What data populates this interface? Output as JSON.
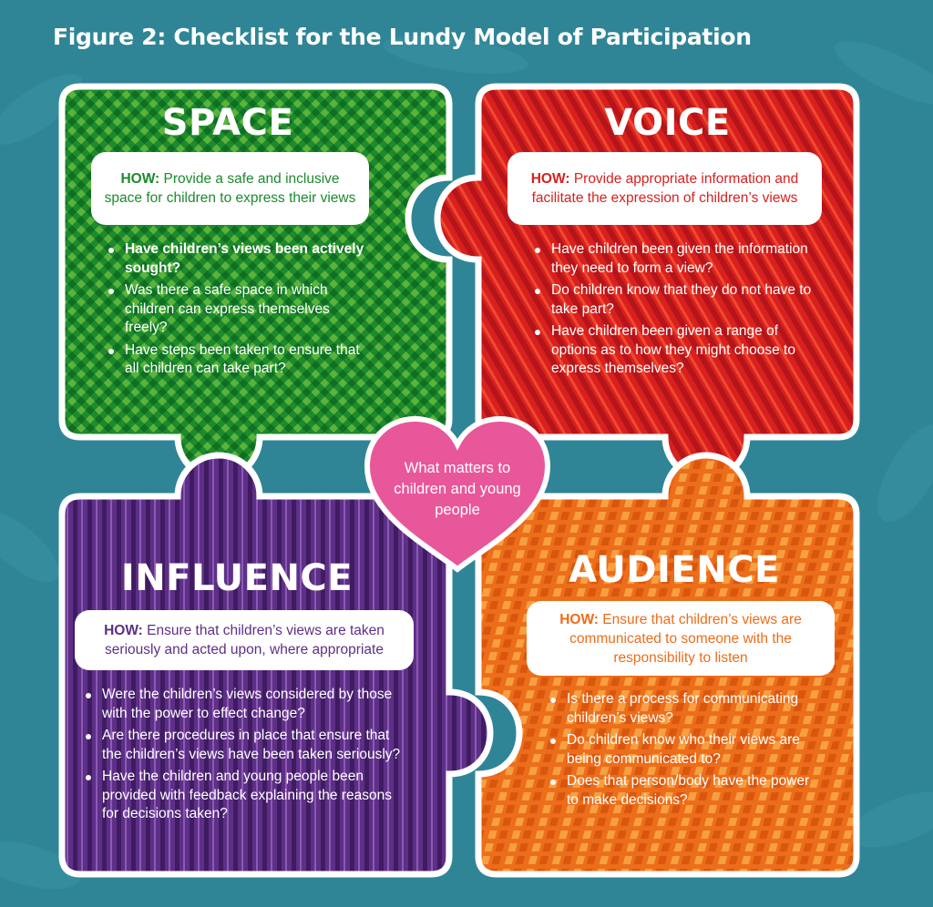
{
  "title": "Figure 2: Checklist for the Lundy Model of Participation",
  "heart": {
    "text": "What matters to children and young people",
    "color": "#e8579a"
  },
  "pieces": {
    "space": {
      "title": "SPACE",
      "color": "#1c8a2d",
      "how_label": "HOW:",
      "how_text": "Provide a safe and inclusive space for children to express their views",
      "questions": [
        "Have children’s views been actively sought?",
        "Was there a safe space in which children can express themselves freely?",
        "Have steps been taken to ensure that all children can take part?"
      ]
    },
    "voice": {
      "title": "VOICE",
      "color": "#d9201e",
      "how_label": "HOW:",
      "how_text": "Provide appropriate information and facilitate the expression of children’s views",
      "questions": [
        "Have children been given the information they need to form a view?",
        "Do children know that they do not have to take part?",
        "Have children been given a range of options as to how they might choose to express themselves?"
      ]
    },
    "influence": {
      "title": "INFLUENCE",
      "color": "#5e2f86",
      "how_label": "HOW:",
      "how_text": "Ensure that children’s views are taken seriously and acted upon, where appropriate",
      "questions": [
        "Were the children’s views considered by those with the power to effect change?",
        "Are there procedures in place that ensure that the children’s views have been taken seriously?",
        "Have the children and young people been provided with feedback explaining the reasons for decisions taken?"
      ]
    },
    "audience": {
      "title": "AUDIENCE",
      "color": "#ec6d1a",
      "how_label": "HOW:",
      "how_text": "Ensure that children’s views are communicated to someone with the responsibility to listen",
      "questions": [
        "Is there a process for communicating children’s views?",
        "Do children know who their views are being communicated to?",
        "Does that person/body have the power to make decisions?"
      ]
    }
  }
}
